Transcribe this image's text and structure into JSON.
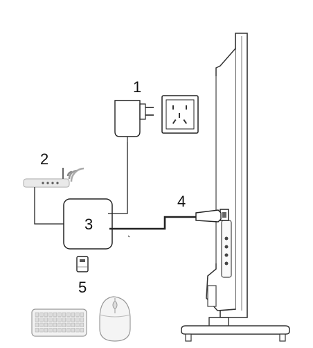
{
  "labels": {
    "power_adapter": "1",
    "router": "2",
    "tv_box": "3",
    "hdmi_cable": "4",
    "usb_dongle": "5"
  },
  "icons": [
    "power-adapter-icon",
    "wall-socket-icon",
    "router-icon",
    "wifi-signal-icon",
    "tv-box-icon",
    "usb-dongle-icon",
    "keyboard-icon",
    "mouse-icon",
    "tv-side-icon"
  ]
}
